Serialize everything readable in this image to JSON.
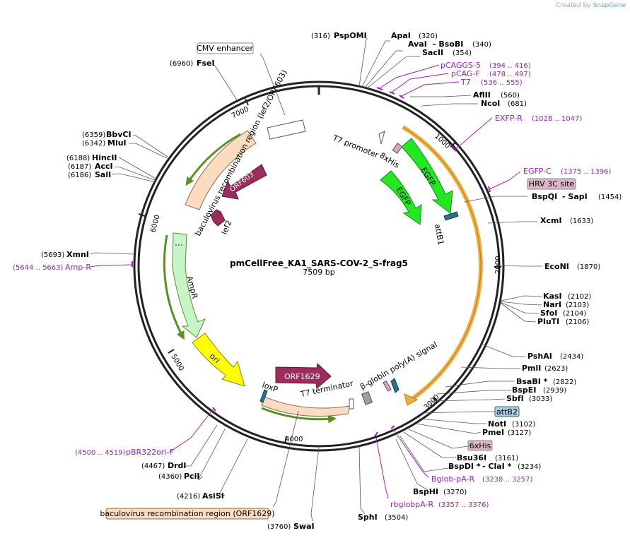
{
  "credit": {
    "prefix": "Created by",
    "brand": "SnapGene"
  },
  "title": {
    "name": "pmCellFree_KA1_SARS-COV-2_S-frag5",
    "size": "7509 bp"
  },
  "colors": {
    "ring": "#222222",
    "primer": "#a020c8",
    "egfp": "#22e822",
    "ori": "#ffff00",
    "ampr": "#c8f5c8",
    "orf": "#9b2c5c",
    "orange_arc": "#f0b040",
    "baculo": "#fbdcc0"
  },
  "ticks": [
    "1000",
    "2000",
    "3000",
    "4000",
    "5000",
    "6000",
    "7000"
  ],
  "sites": [
    {
      "name": "PspOMI",
      "pos": "(316)"
    },
    {
      "name": "ApaI",
      "pos": "(320)"
    },
    {
      "name": "AvaI",
      "pos": "(340)",
      "extra": "- BsoBI"
    },
    {
      "name": "SacII",
      "pos": "(354)"
    },
    {
      "name": "AflII",
      "pos": "(560)"
    },
    {
      "name": "NcoI",
      "pos": "(681)"
    },
    {
      "name": "BspQI",
      "pos": "(1454)",
      "extra": "- SapI"
    },
    {
      "name": "XcmI",
      "pos": "(1633)"
    },
    {
      "name": "EcoNI",
      "pos": "(1870)"
    },
    {
      "name": "KasI",
      "pos": "(2102)"
    },
    {
      "name": "NarI",
      "pos": "(2103)"
    },
    {
      "name": "SfoI",
      "pos": "(2104)"
    },
    {
      "name": "PluTI",
      "pos": "(2106)"
    },
    {
      "name": "PshAI",
      "pos": "(2434)"
    },
    {
      "name": "PmlI",
      "pos": "(2623)"
    },
    {
      "name": "BsaBI *",
      "pos": "(2822)"
    },
    {
      "name": "BspEI",
      "pos": "(2939)"
    },
    {
      "name": "SbfI",
      "pos": "(3033)"
    },
    {
      "name": "NotI",
      "pos": "(3102)"
    },
    {
      "name": "PmeI",
      "pos": "(3127)"
    },
    {
      "name": "Bsu36I",
      "pos": "(3161)"
    },
    {
      "name": "BspDI *",
      "pos": "(3234)",
      "extra": "- ClaI *"
    },
    {
      "name": "BspHI",
      "pos": "(3270)"
    },
    {
      "name": "SphI",
      "pos": "(3504)"
    },
    {
      "name": "SwaI",
      "pos": "(3760)"
    },
    {
      "name": "AsiSI",
      "pos": "(4216)"
    },
    {
      "name": "PciI",
      "pos": "(4360)"
    },
    {
      "name": "DrdI",
      "pos": "(4467)"
    },
    {
      "name": "XmnI",
      "pos": "(5693)"
    },
    {
      "name": "SalI",
      "pos": "(6186)"
    },
    {
      "name": "AccI",
      "pos": "(6187)"
    },
    {
      "name": "HincII",
      "pos": "(6188)"
    },
    {
      "name": "MluI",
      "pos": "(6342)"
    },
    {
      "name": "BbvCI",
      "pos": "(6359)"
    },
    {
      "name": "FseI",
      "pos": "(6960)"
    }
  ],
  "primers": [
    {
      "name": "pCAGGS-5",
      "pos": "(394 .. 416)"
    },
    {
      "name": "pCAG-F",
      "pos": "(478 .. 497)"
    },
    {
      "name": "T7",
      "pos": "(536 .. 555)"
    },
    {
      "name": "EXFP-R",
      "pos": "(1028 .. 1047)"
    },
    {
      "name": "EGFP-C",
      "pos": "(1375 .. 1396)"
    },
    {
      "name": "Bglob-pA-R",
      "pos": "(3238 .. 3257)"
    },
    {
      "name": "rbglobpA-R",
      "pos": "(3357 .. 3376)"
    },
    {
      "name": "pBR322ori-F",
      "pos": "(4500 .. 4519)"
    },
    {
      "name": "Amp-R",
      "pos": "(5644 .. 5663)"
    }
  ],
  "boxed": {
    "cmv": "CMV enhancer",
    "hrv": "HRV 3C site",
    "attb2": "attB2",
    "his": "6xHis",
    "baculo_orf1629": "baculovirus recombination region (ORF1629)"
  },
  "features": {
    "t7_promoter": "T7 promoter",
    "his8": "8xHis",
    "egfp": "EGFP",
    "attb1": "attB1",
    "baculo_lef2": "baculovirus recombination region (lef2/ORF603)",
    "orf603": "ORF603",
    "lef2": "lef2",
    "ampr": "AmpR",
    "ori": "ori",
    "orf1629": "ORF1629",
    "loxp": "loxP",
    "t7_terminator": "T7 terminator",
    "bglobin": "β-globin poly(A) signal"
  }
}
